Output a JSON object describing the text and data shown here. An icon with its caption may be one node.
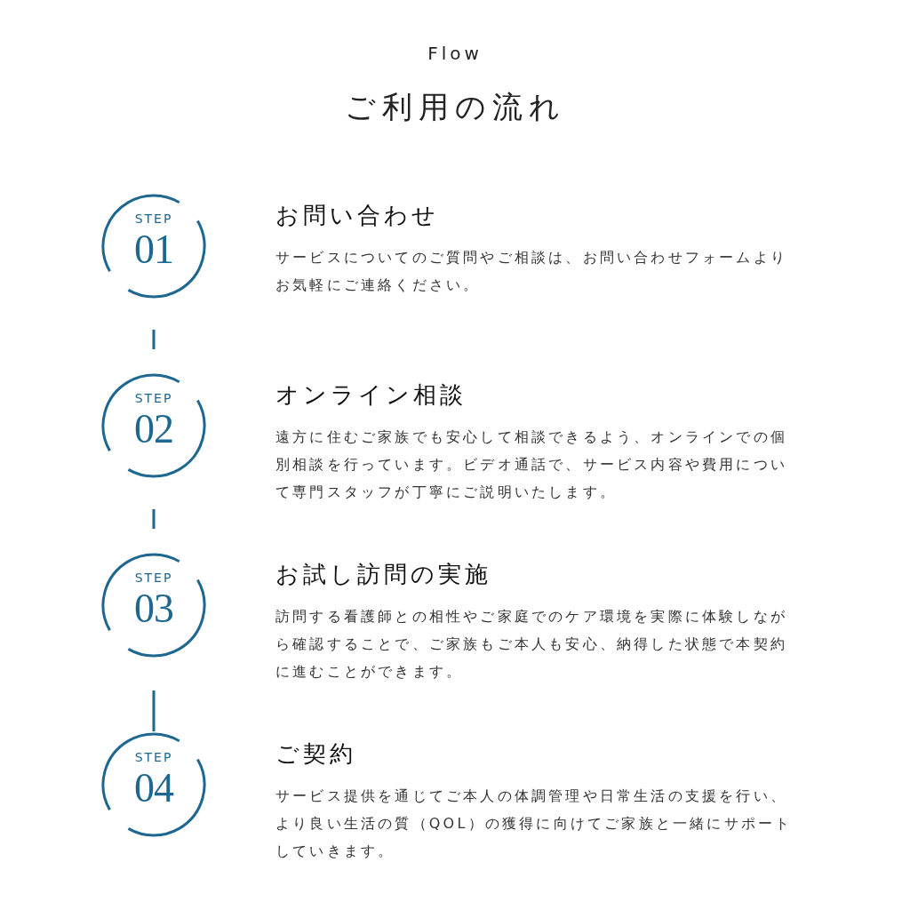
{
  "diagram": {
    "title": "ご利用の流れ",
    "nodes": [
      {
        "text": [
          "STEP",
          "01"
        ],
        "beside": [
          "お問い合わせ",
          "サービスについてのご質問やご相談は、お問い合わせフォームよりお気軽にご連絡ください。"
        ]
      },
      {
        "text": [
          "STEP",
          "02"
        ],
        "beside": [
          "オンライン相談",
          "遠方に住むご家族でも安心して相談できるよう、オンラインでの個別相談を行っています。ビデオ通話で、サービス内容や費用について専門スタッフが丁寧にご説明いたします。"
        ]
      },
      {
        "text": [
          "STEP",
          "03"
        ],
        "beside": [
          "お試し訪問の実施",
          "訪問する看護師との相性やご家庭でのケア環境を実際に体験しながら確認することで、ご家族もご本人も安心、納得した状態で本契約に進むことができます。"
        ]
      },
      {
        "text": [
          "STEP",
          "04"
        ],
        "beside": [
          "ご契約",
          "サービス提供を通じてご本人の体調管理や日常生活の支援を行い、より良い生活の質（QOL）の獲得に向けてご家族と一緒にサポートしていきます。"
        ]
      }
    ],
    "edges": [
      {
        "from": 0,
        "to": 1,
        "arrow": "none"
      },
      {
        "from": 1,
        "to": 2,
        "arrow": "none"
      },
      {
        "from": 2,
        "to": 3,
        "arrow": "none"
      }
    ],
    "labels": [
      "Flow"
    ]
  }
}
